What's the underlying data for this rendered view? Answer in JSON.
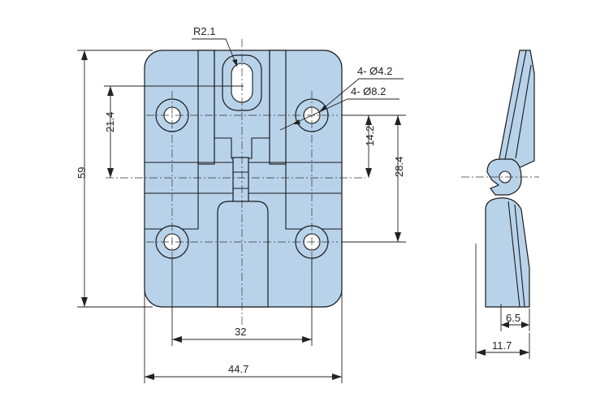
{
  "dimensions": {
    "slot_radius": "R2.1",
    "hole_small": "4- Ø4.2",
    "hole_large": "4- Ø8.2",
    "overall_height": "59",
    "hole_vertical_offset": "21.4",
    "hole_to_pivot": "14.2",
    "hole_spacing_vertical": "28.4",
    "hole_spacing_horizontal": "32",
    "overall_width": "44.7",
    "side_thickness_small": "6.5",
    "side_thickness_total": "11.7"
  },
  "colors": {
    "plate_fill": "#b8d2ea",
    "outline": "#1a1a1a"
  }
}
